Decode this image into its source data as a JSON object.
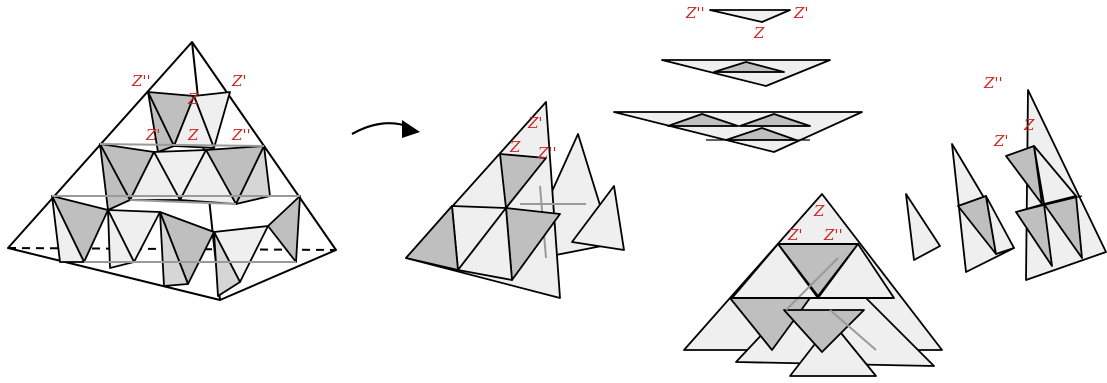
{
  "colors": {
    "label": "#cc2222",
    "dark_face": "#bfbfbf",
    "light_face": "#efefef",
    "edge": "#000000"
  },
  "labels": {
    "z": "Z",
    "z1": "Z'",
    "z2": "Z''"
  }
}
